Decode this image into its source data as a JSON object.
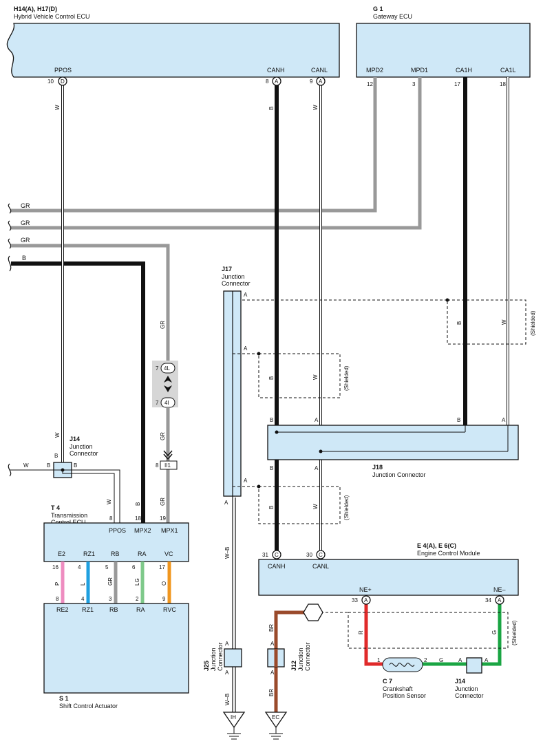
{
  "colors": {
    "ecu_fill": "#cfe8f7",
    "gray_wire": "#999999",
    "black_wire": "#111111",
    "brown_wire": "#9a4a2b",
    "red_wire": "#e02a2a",
    "green_wire": "#1aa543",
    "pink_wire": "#ee8cc0",
    "blue_wire": "#1fa0e0",
    "lightgreen_wire": "#7ec98a",
    "orange_wire": "#f0961e"
  },
  "hv_ecu": {
    "id": "H14(A), H17(D)",
    "name": "Hybrid Vehicle Control ECU",
    "ppos": "PPOS",
    "ppos_pin": "10",
    "ppos_conn": "D",
    "canh": "CANH",
    "canh_pin": "8",
    "canh_conn": "A",
    "canl": "CANL",
    "canl_pin": "9",
    "canl_conn": "A"
  },
  "gateway": {
    "id": "G 1",
    "name": "Gateway ECU",
    "mpd2": "MPD2",
    "mpd2_pin": "12",
    "mpd1": "MPD1",
    "mpd1_pin": "3",
    "ca1h": "CA1H",
    "ca1h_pin": "17",
    "ca1l": "CA1L",
    "ca1l_pin": "18"
  },
  "left_wires": {
    "w1": "GR",
    "w2": "GR",
    "w3": "GR",
    "w4": "B"
  },
  "wire_labels": {
    "ppos_w": "W",
    "canh_b": "B",
    "canl_w": "W",
    "gr": "GR",
    "gr2": "GR",
    "w_j14": "W",
    "b_mpx2": "B",
    "gr_mpx1": "GR",
    "w_left": "W",
    "w_b": "W–B",
    "w_b2": "W–B",
    "br1": "BR",
    "br2": "BR",
    "j17_b": "B",
    "j17_w": "W",
    "j17_shield": "(Shielded)",
    "top_b": "B",
    "top_w": "W",
    "top_shield": "(Shielded)",
    "lower_b": "B",
    "lower_w": "W",
    "lower_shield": "(Shielded)",
    "ecm_shield": "(Shielded)",
    "r": "R",
    "g": "G",
    "g2": "G"
  },
  "connector_4l": {
    "top_pin": "7",
    "top": "4L",
    "bottom_pin": "7",
    "bottom": "4I",
    "ii1_pin": "8",
    "ii1": "II1"
  },
  "j14_top": {
    "id": "J14",
    "name1": "Junction",
    "name2": "Connector",
    "b1": "B",
    "b2": "B",
    "b3": "B"
  },
  "tcm": {
    "id": "T 4",
    "name1": "Transmission",
    "name2": "Control ECU",
    "ppos": "PPOS",
    "ppos_pin": "8",
    "mpx2": "MPX2",
    "mpx2_pin": "18",
    "mpx1": "MPX1",
    "mpx1_pin": "19",
    "bottom": [
      "E2",
      "RZ1",
      "RB",
      "RA",
      "VC"
    ],
    "bottom_pins": [
      "16",
      "4",
      "5",
      "6",
      "17"
    ],
    "wires": [
      "P",
      "L",
      "GR",
      "LG",
      "O"
    ]
  },
  "actuator": {
    "id": "S 1",
    "name": "Shift Control Actuator",
    "pins": [
      "8",
      "4",
      "3",
      "2",
      "9"
    ],
    "labels": [
      "RE2",
      "RZ1",
      "RB",
      "RA",
      "RVC"
    ]
  },
  "j17": {
    "id": "J17",
    "name1": "Junction",
    "name2": "Connector",
    "a1": "A",
    "a2": "A",
    "a3": "A",
    "a4": "A"
  },
  "j18": {
    "id": "J18",
    "name": "Junction Connector",
    "b1": "B",
    "a1": "A",
    "b2": "B",
    "a2": "A",
    "b3": "B",
    "a3": "A"
  },
  "ecm": {
    "id": "E 4(A), E 6(C)",
    "name": "Engine Control Module",
    "canh": "CANH",
    "canh_pin": "31",
    "canh_conn": "C",
    "canl": "CANL",
    "canl_pin": "30",
    "canl_conn": "C",
    "nep": "NE+",
    "nep_pin": "33",
    "nep_conn": "A",
    "nem": "NE–",
    "nem_pin": "34",
    "nem_conn": "A"
  },
  "j25": {
    "id": "J25",
    "name1": "Junction",
    "name2": "Connector",
    "a1": "A",
    "a2": "A",
    "ground": "IH"
  },
  "j12": {
    "id": "J12",
    "name1": "Junction",
    "name2": "Connector",
    "a1": "A",
    "a2": "A",
    "ground": "EC"
  },
  "sensor": {
    "id": "C 7",
    "name1": "Crankshaft",
    "name2": "Position Sensor",
    "pin1": "1",
    "pin2": "2"
  },
  "j14_bottom": {
    "id": "J14",
    "name1": "Junction",
    "name2": "Connector",
    "a1": "A",
    "a2": "A"
  }
}
